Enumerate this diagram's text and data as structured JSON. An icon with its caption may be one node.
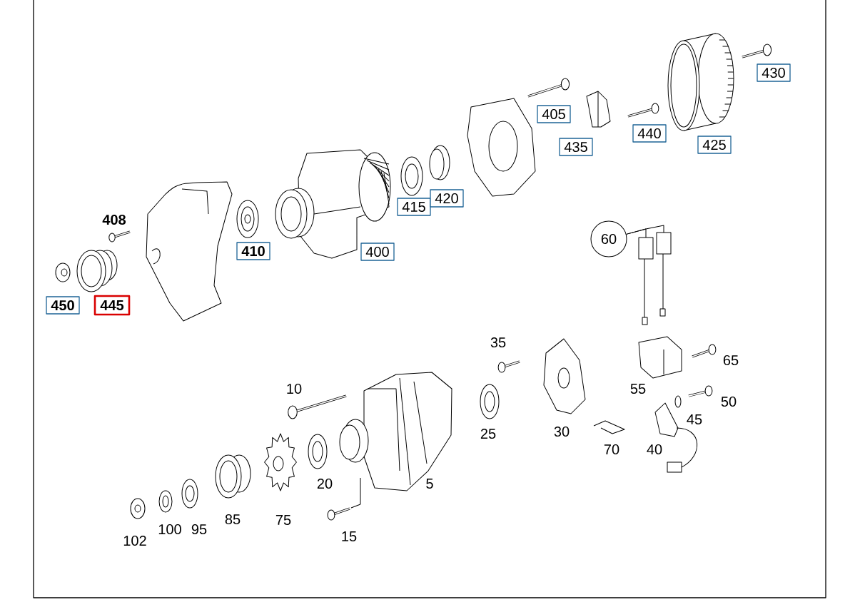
{
  "diagram": {
    "nodes": [
      {
        "text": [
          "450"
        ]
      },
      {
        "text": [
          "445"
        ]
      },
      {
        "text": [
          "410"
        ]
      },
      {
        "text": [
          "400"
        ]
      },
      {
        "text": [
          "415"
        ]
      },
      {
        "text": [
          "420"
        ]
      },
      {
        "text": [
          "405"
        ]
      },
      {
        "text": [
          "435"
        ]
      },
      {
        "text": [
          "440"
        ]
      },
      {
        "text": [
          "425"
        ]
      },
      {
        "text": [
          "430"
        ]
      },
      {
        "text": [
          "60"
        ]
      }
    ],
    "edges": [
      {
        "from": 11,
        "to": null,
        "arrow": "none"
      },
      {
        "from": 11,
        "to": null,
        "arrow": "none"
      }
    ],
    "labels": [
      "408",
      "35",
      "65",
      "10",
      "55",
      "50",
      "45",
      "25",
      "30",
      "70",
      "40",
      "20",
      "5",
      "85",
      "75",
      "100",
      "95",
      "15",
      "102"
    ]
  }
}
